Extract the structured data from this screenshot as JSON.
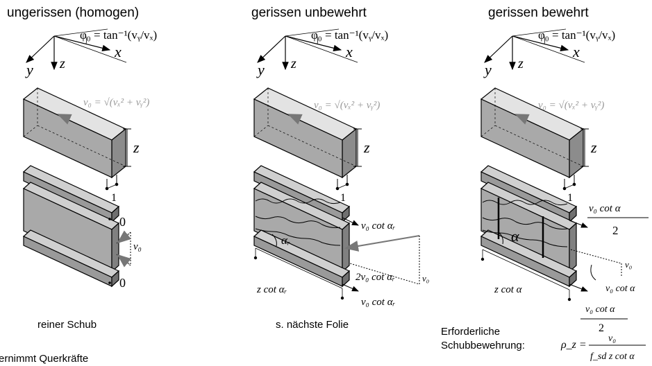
{
  "panels": [
    {
      "title": "ungerissen (homogen)",
      "caption": "reiner Schub"
    },
    {
      "title": "gerissen unbewehrt",
      "caption": "s. nächste Folie"
    },
    {
      "title": "gerissen bewehrt",
      "caption": "Erforderliche"
    }
  ],
  "axes": {
    "x": "x",
    "y": "y",
    "z": "z"
  },
  "formulas": {
    "phi0": "φ₀ = tan⁻¹(vᵧ/vₓ)",
    "v0": "v₀ = √(vₓ² + vᵧ²)",
    "dim_z": "z",
    "dim_one": "1"
  },
  "panel1_labels": {
    "top": "0",
    "mid": "v₀",
    "bottom": "0"
  },
  "panel2_labels": {
    "alpha": "αᵣ",
    "top_force": "v₀ cot αᵣ",
    "mid_force": "2v₀ cot αᵣ",
    "mid_v": "v₀",
    "length": "z cot αᵣ",
    "bottom_force": "v₀ cot αᵣ"
  },
  "panel3_labels": {
    "alpha": "α",
    "top_force_num": "v₀ cot α",
    "top_force_den": "2",
    "v0": "v₀",
    "cot_force": "v₀ cot α",
    "length": "z cot α"
  },
  "rho_formula": {
    "caption2": "Schubbewehrung:",
    "lhs": "ρ_z =",
    "num_top": "v₀ cot α",
    "num_bottom": "2",
    "mid": "v₀",
    "den": "f_sd z cot α"
  },
  "footer_cut": "ernimmt Querkräfte"
}
